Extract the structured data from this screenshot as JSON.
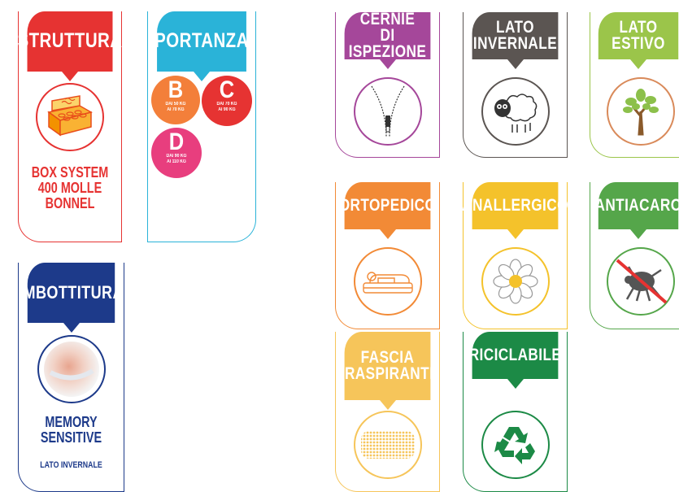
{
  "cards": {
    "struttura": {
      "title": "STRUTTURA",
      "color": "#e63332",
      "caption": [
        "BOX SYSTEM",
        "400 MOLLE",
        "BONNEL"
      ],
      "icon": "box-spring-icon"
    },
    "portanza": {
      "title": "PORTANZA",
      "color": "#2ab3d8",
      "badges": [
        {
          "letter": "B",
          "range": [
            "DAI 50 KG",
            "AI 70 KG"
          ],
          "color": "#f37f3a"
        },
        {
          "letter": "C",
          "range": [
            "DAI 70 KG",
            "AI 90 KG"
          ],
          "color": "#e63332"
        },
        {
          "letter": "D",
          "range": [
            "DAI 90 KG",
            "AI 110 KG"
          ],
          "color": "#e83e7e"
        }
      ]
    },
    "imbottitura": {
      "title": "IMBOTTITURA",
      "color": "#1d3a8a",
      "caption": [
        "MEMORY",
        "SENSITIVE"
      ],
      "subcaption": "LATO INVERNALE",
      "icon": "memory-foam-icon"
    },
    "cernie": {
      "title": [
        "CERNIE",
        "DI ISPEZIONE"
      ],
      "color": "#a5479a",
      "icon": "zipper-icon"
    },
    "lato_invernale": {
      "title": [
        "LATO",
        "INVERNALE"
      ],
      "color": "#5b5552",
      "icon": "sheep-icon"
    },
    "lato_estivo": {
      "title": [
        "LATO",
        "ESTIVO"
      ],
      "color": "#9bc54a",
      "icon": "tree-icon"
    },
    "ortopedico": {
      "title": "ORTOPEDICO",
      "color": "#f28a36",
      "icon": "person-lying-icon"
    },
    "anallergico": {
      "title": "ANALLERGICO",
      "color": "#f4c22b",
      "icon": "daisy-icon"
    },
    "antiacaro": {
      "title": "ANTIACARO",
      "color": "#55a64a",
      "icon": "no-mite-icon"
    },
    "fascia": {
      "title": [
        "FASCIA",
        "TRASPIRANTE"
      ],
      "color": "#f6c55a",
      "icon": "breathable-mesh-icon"
    },
    "riciclabile": {
      "title": "RICICLABILE",
      "color": "#1c8a46",
      "icon": "recycle-icon"
    }
  }
}
